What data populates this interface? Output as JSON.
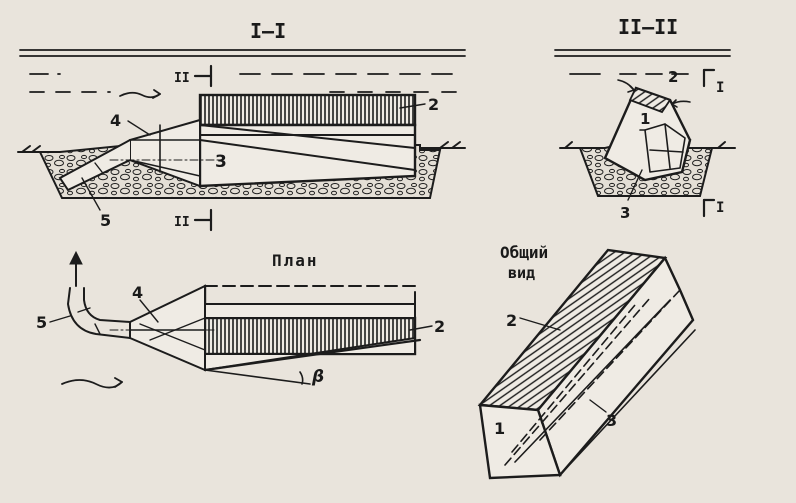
{
  "section_1": {
    "title": "I–I",
    "cut_mark": "II",
    "labels": {
      "n2": "2",
      "n3": "3",
      "n4": "4",
      "n5": "5"
    }
  },
  "section_2": {
    "title": "II–II",
    "cut_mark": "I",
    "labels": {
      "n1": "1",
      "n2": "2",
      "n3": "3"
    }
  },
  "plan": {
    "title": "План",
    "labels": {
      "n2": "2",
      "n4": "4",
      "n5": "5",
      "angle": "β"
    }
  },
  "general_view": {
    "title_line1": "Общий",
    "title_line2": "вид",
    "labels": {
      "n1": "1",
      "n2": "2",
      "n3": "3"
    }
  },
  "colors": {
    "ink": "#1c1c1c",
    "paper": "#e9e4dc"
  }
}
